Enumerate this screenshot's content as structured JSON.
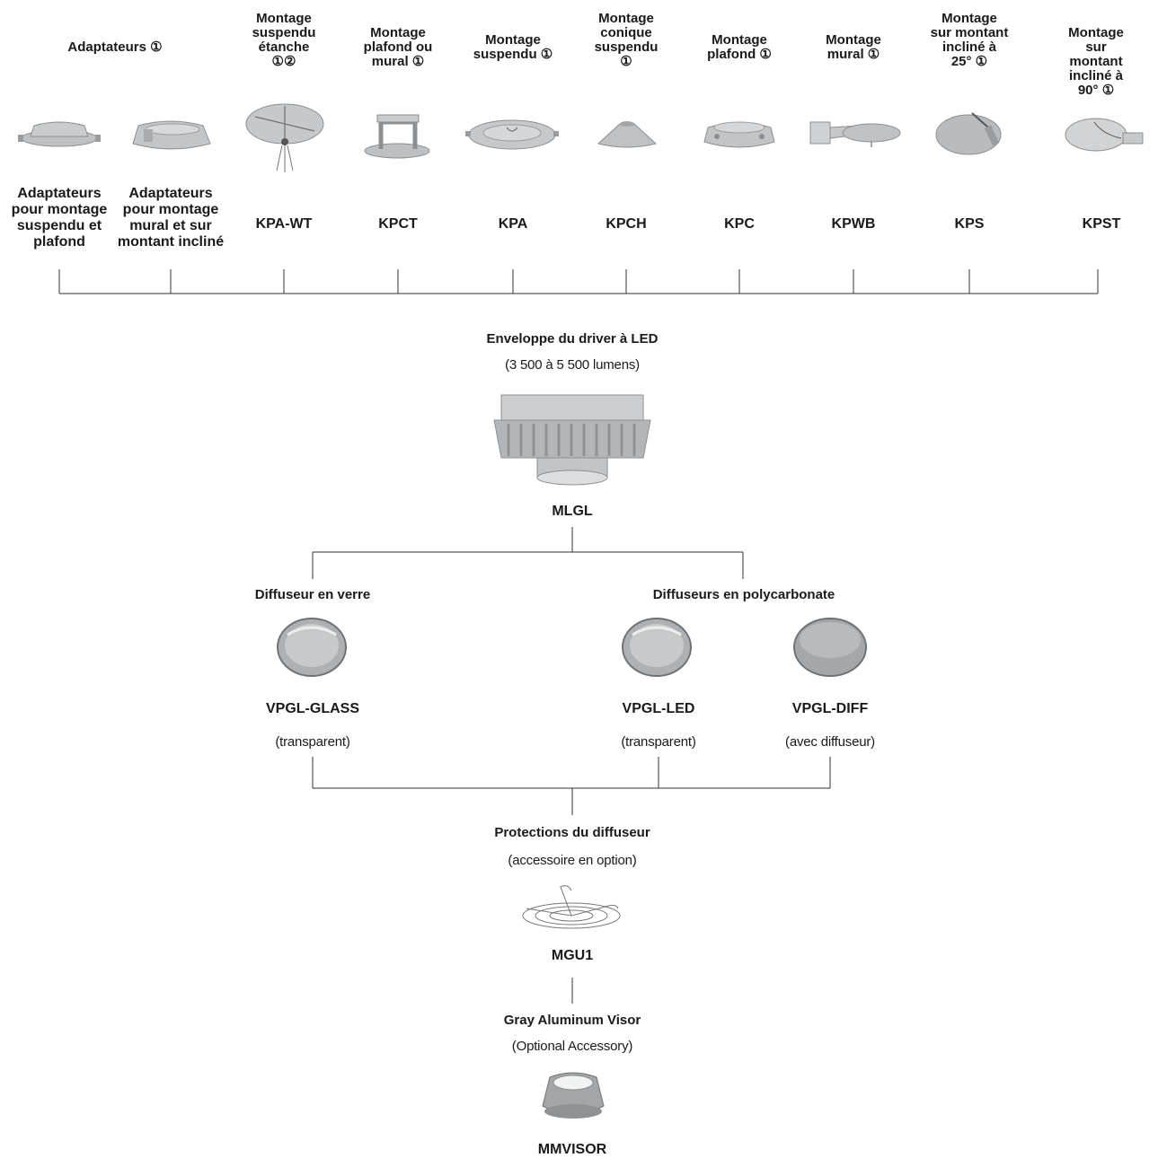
{
  "mounting_headers": [
    {
      "text": "Adaptateurs ①"
    },
    {
      "text": "Montage\nsuspendu\nétanche\n①②"
    },
    {
      "text": "Montage\nplafond ou\nmural ①"
    },
    {
      "text": "Montage\nsuspendu ①"
    },
    {
      "text": "Montage\nconique\nsuspendu\n①"
    },
    {
      "text": "Montage\nplafond ①"
    },
    {
      "text": "Montage\nmural ①"
    },
    {
      "text": "Montage\nsur montant\nincliné à\n25° ①"
    },
    {
      "text": "Montage sur\nmontant incliné à\n90° ①"
    }
  ],
  "mounting_codes": [
    "Adaptateurs\npour montage\nsuspendu et\nplafond",
    "Adaptateurs\npour montage\nmural et sur\nmontant incliné",
    "KPA-WT",
    "KPCT",
    "KPA",
    "KPCH",
    "KPC",
    "KPWB",
    "KPS",
    "KPST"
  ],
  "housing": {
    "title": "Enveloppe du driver à LED",
    "subtitle": "(3 500 à 5 500 lumens)",
    "code": "MLGL"
  },
  "diffusers": {
    "glass_title": "Diffuseur en verre",
    "poly_title": "Diffuseurs en polycarbonate",
    "items": [
      {
        "code": "VPGL-GLASS",
        "note": "(transparent)"
      },
      {
        "code": "VPGL-LED",
        "note": "(transparent)"
      },
      {
        "code": "VPGL-DIFF",
        "note": "(avec diffuseur)"
      }
    ]
  },
  "guards": {
    "title": "Protections du diffuseur",
    "subtitle": "(accessoire en option)",
    "code": "MGU1"
  },
  "visor": {
    "title": "Gray Aluminum Visor",
    "subtitle": "(Optional Accessory)",
    "code": "MMVISOR"
  }
}
